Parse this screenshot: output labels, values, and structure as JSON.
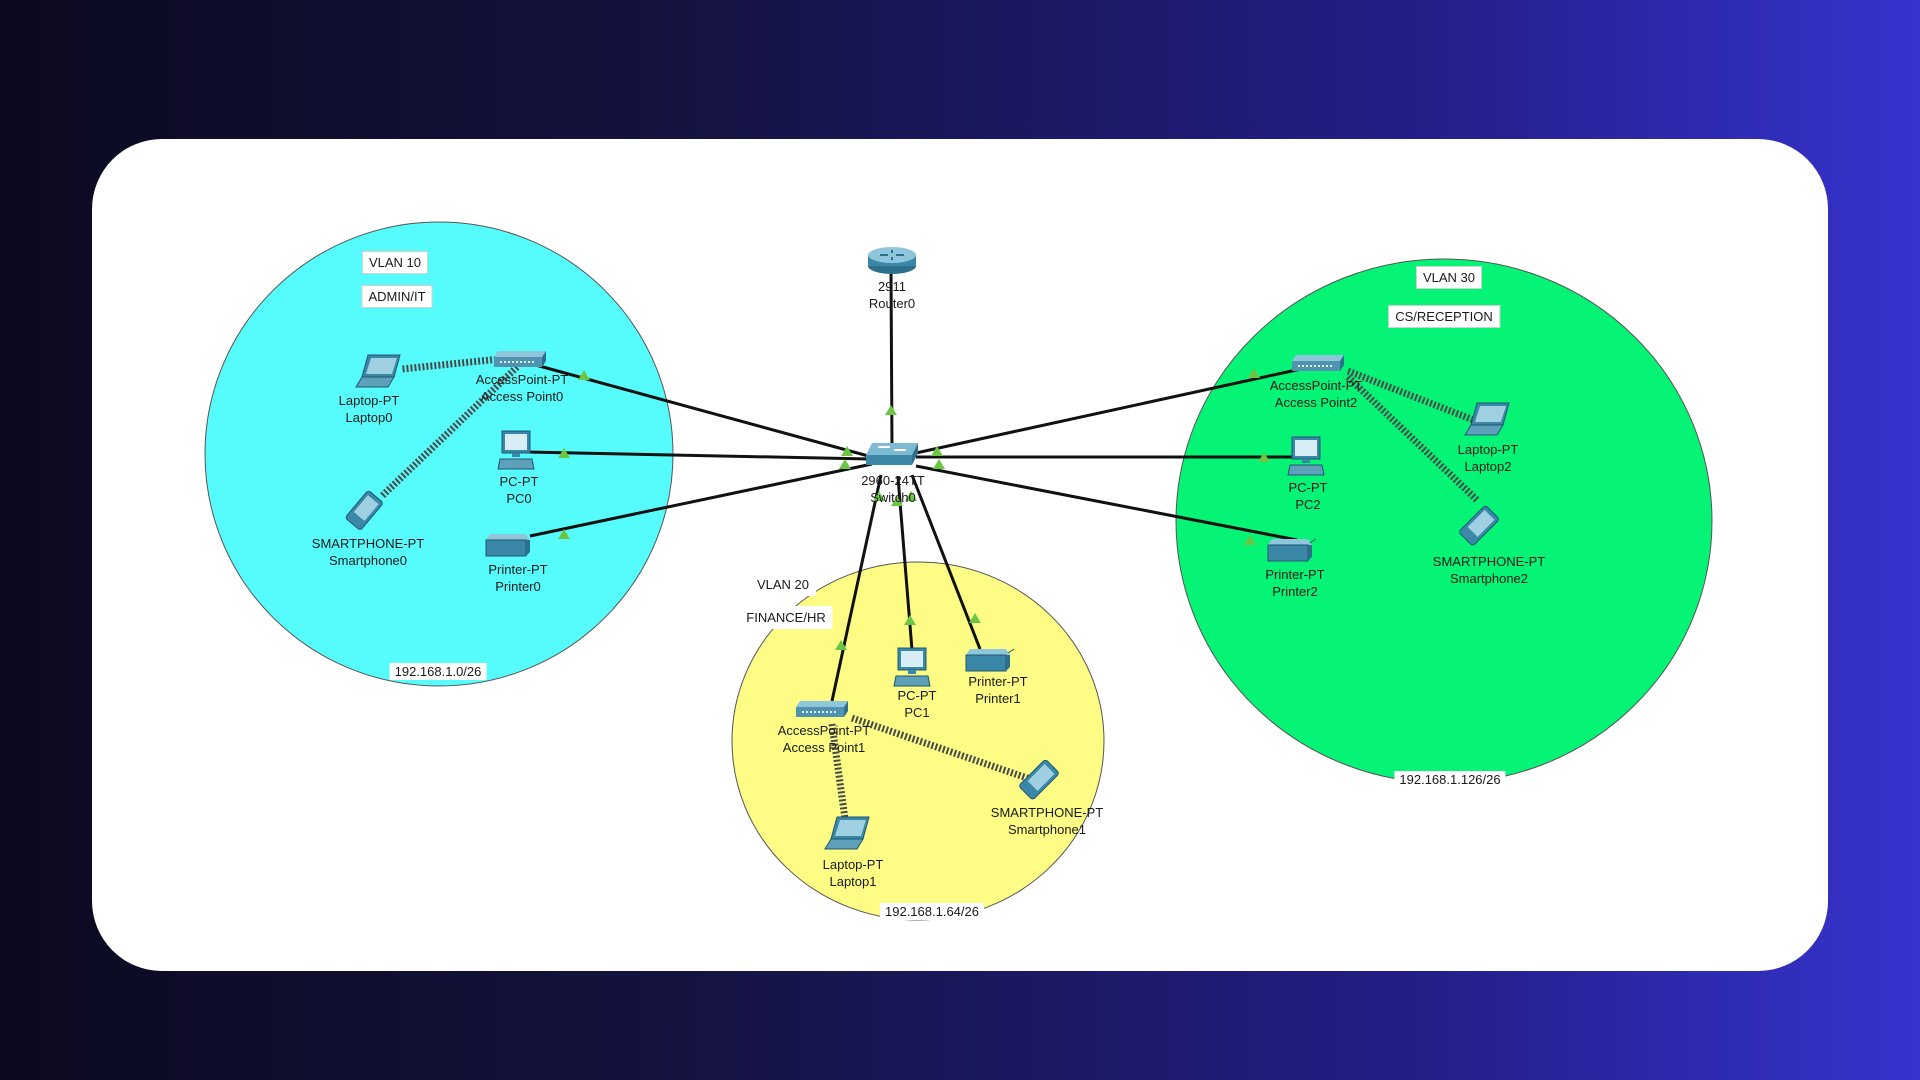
{
  "colors": {
    "vlan10": "#56fcfc",
    "vlan20": "#fdfd86",
    "vlan30": "#05f475",
    "link": "#111111",
    "wireless": "#4a4a4a",
    "port_up": "#6cc644"
  },
  "vlans": {
    "vlan10": {
      "name": "VLAN 10",
      "dept": "ADMIN/IT",
      "subnet": "192.168.1.0/26"
    },
    "vlan20": {
      "name": "VLAN 20",
      "dept": "FINANCE/HR",
      "subnet": "192.168.1.64/26"
    },
    "vlan30": {
      "name": "VLAN 30",
      "dept": "CS/RECEPTION",
      "subnet": "192.168.1.126/26"
    }
  },
  "devices": {
    "router0": {
      "model": "2911",
      "name": "Router0",
      "icon": "router-icon"
    },
    "switch0": {
      "model": "2960-24TT",
      "name": "Switch0",
      "icon": "switch-icon"
    },
    "ap0": {
      "model": "AccessPoint-PT",
      "name": "Access Point0",
      "icon": "access-point-icon"
    },
    "laptop0": {
      "model": "Laptop-PT",
      "name": "Laptop0",
      "icon": "laptop-icon"
    },
    "pc0": {
      "model": "PC-PT",
      "name": "PC0",
      "icon": "pc-icon"
    },
    "smartphone0": {
      "model": "SMARTPHONE-PT",
      "name": "Smartphone0",
      "icon": "smartphone-icon"
    },
    "printer0": {
      "model": "Printer-PT",
      "name": "Printer0",
      "icon": "printer-icon"
    },
    "ap1": {
      "model": "AccessPoint-PT",
      "name": "Access Point1",
      "icon": "access-point-icon"
    },
    "pc1": {
      "model": "PC-PT",
      "name": "PC1",
      "icon": "pc-icon"
    },
    "printer1": {
      "model": "Printer-PT",
      "name": "Printer1",
      "icon": "printer-icon"
    },
    "smartphone1": {
      "model": "SMARTPHONE-PT",
      "name": "Smartphone1",
      "icon": "smartphone-icon"
    },
    "laptop1": {
      "model": "Laptop-PT",
      "name": "Laptop1",
      "icon": "laptop-icon"
    },
    "ap2": {
      "model": "AccessPoint-PT",
      "name": "Access Point2",
      "icon": "access-point-icon"
    },
    "pc2": {
      "model": "PC-PT",
      "name": "PC2",
      "icon": "pc-icon"
    },
    "printer2": {
      "model": "Printer-PT",
      "name": "Printer2",
      "icon": "printer-icon"
    },
    "laptop2": {
      "model": "Laptop-PT",
      "name": "Laptop2",
      "icon": "laptop-icon"
    },
    "smartphone2": {
      "model": "SMARTPHONE-PT",
      "name": "Smartphone2",
      "icon": "smartphone-icon"
    }
  }
}
